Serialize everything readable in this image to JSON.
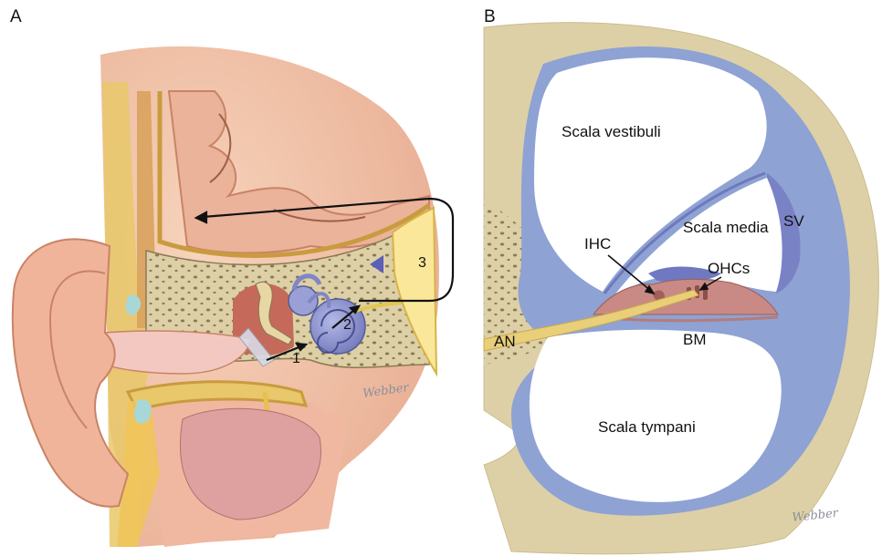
{
  "panel_a": {
    "letter": "A",
    "numbers": [
      "1",
      "2",
      "3"
    ],
    "signature": "Webber"
  },
  "panel_b": {
    "letter": "B",
    "labels": {
      "scala_vestibuli": "Scala vestibuli",
      "scala_media": "Scala media",
      "scala_tympani": "Scala tympani",
      "sv": "SV",
      "ihc": "IHC",
      "ohcs": "OHCs",
      "an": "AN",
      "bm": "BM"
    },
    "signature": "Webber"
  },
  "colors": {
    "bone": "#ddd0a6",
    "bone_dark": "#b9a77a",
    "fluid_blue": "#8ea2d3",
    "stria_purple": "#7a82c6",
    "organ_pink": "#c98a85",
    "nerve_yellow": "#e9cf7a",
    "skin": "#f2c3a6",
    "brain": "#eab39a",
    "cochlea": "#8f95cf"
  }
}
